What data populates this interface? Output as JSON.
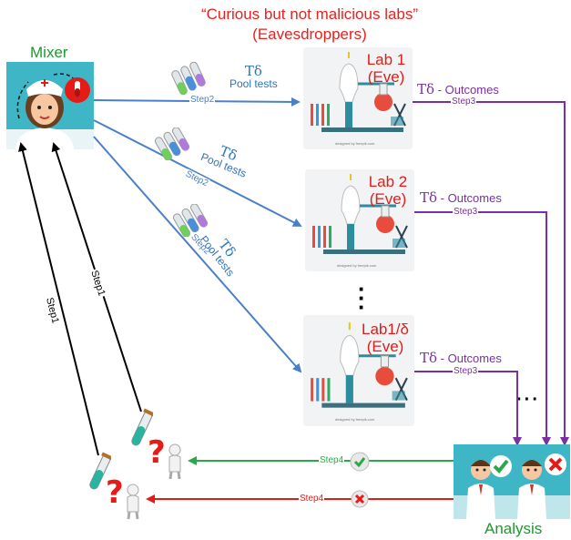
{
  "title": {
    "line1": "“Curious but not malicious labs”",
    "line2": "(Eavesdroppers)"
  },
  "mixer": {
    "label": "Mixer"
  },
  "analysis": {
    "label": "Analysis"
  },
  "labs": [
    {
      "name_line1": "Lab 1",
      "name_line2": "(Eve)",
      "credit": "designed by freepik.com"
    },
    {
      "name_line1": "Lab 2",
      "name_line2": "(Eve)",
      "credit": "designed by freepik.com"
    },
    {
      "name_line1": "Lab1/δ",
      "name_line2": "(Eve)",
      "credit": "designed by freepik.com"
    }
  ],
  "pool_tests": {
    "symbol": "Tδ",
    "label": "Pool tests"
  },
  "outcomes": {
    "symbol": "Tδ",
    "label": " - Outcomes"
  },
  "steps": {
    "step1": "Step1",
    "step2": "Step2",
    "step3": "Step3",
    "step4": "Step4"
  },
  "colors": {
    "title_red": "#e8211d",
    "mixer_green": "#1c9a2d",
    "step2_blue": "#4a7fc9",
    "step3_purple": "#7b2fa3",
    "step4_green": "#2aa84a",
    "step4_red": "#e41b17",
    "step1_black": "#000000"
  },
  "icons": {
    "nurse": "nurse-avatar-icon",
    "blood_tube": "blood-tube-icon",
    "lab_equipment": "lab-equipment-icon",
    "test_tubes": "test-tubes-icon",
    "question_person": "question-mark-person-icon",
    "check": "check-icon",
    "cross": "cross-icon",
    "doctor": "doctor-icon"
  }
}
